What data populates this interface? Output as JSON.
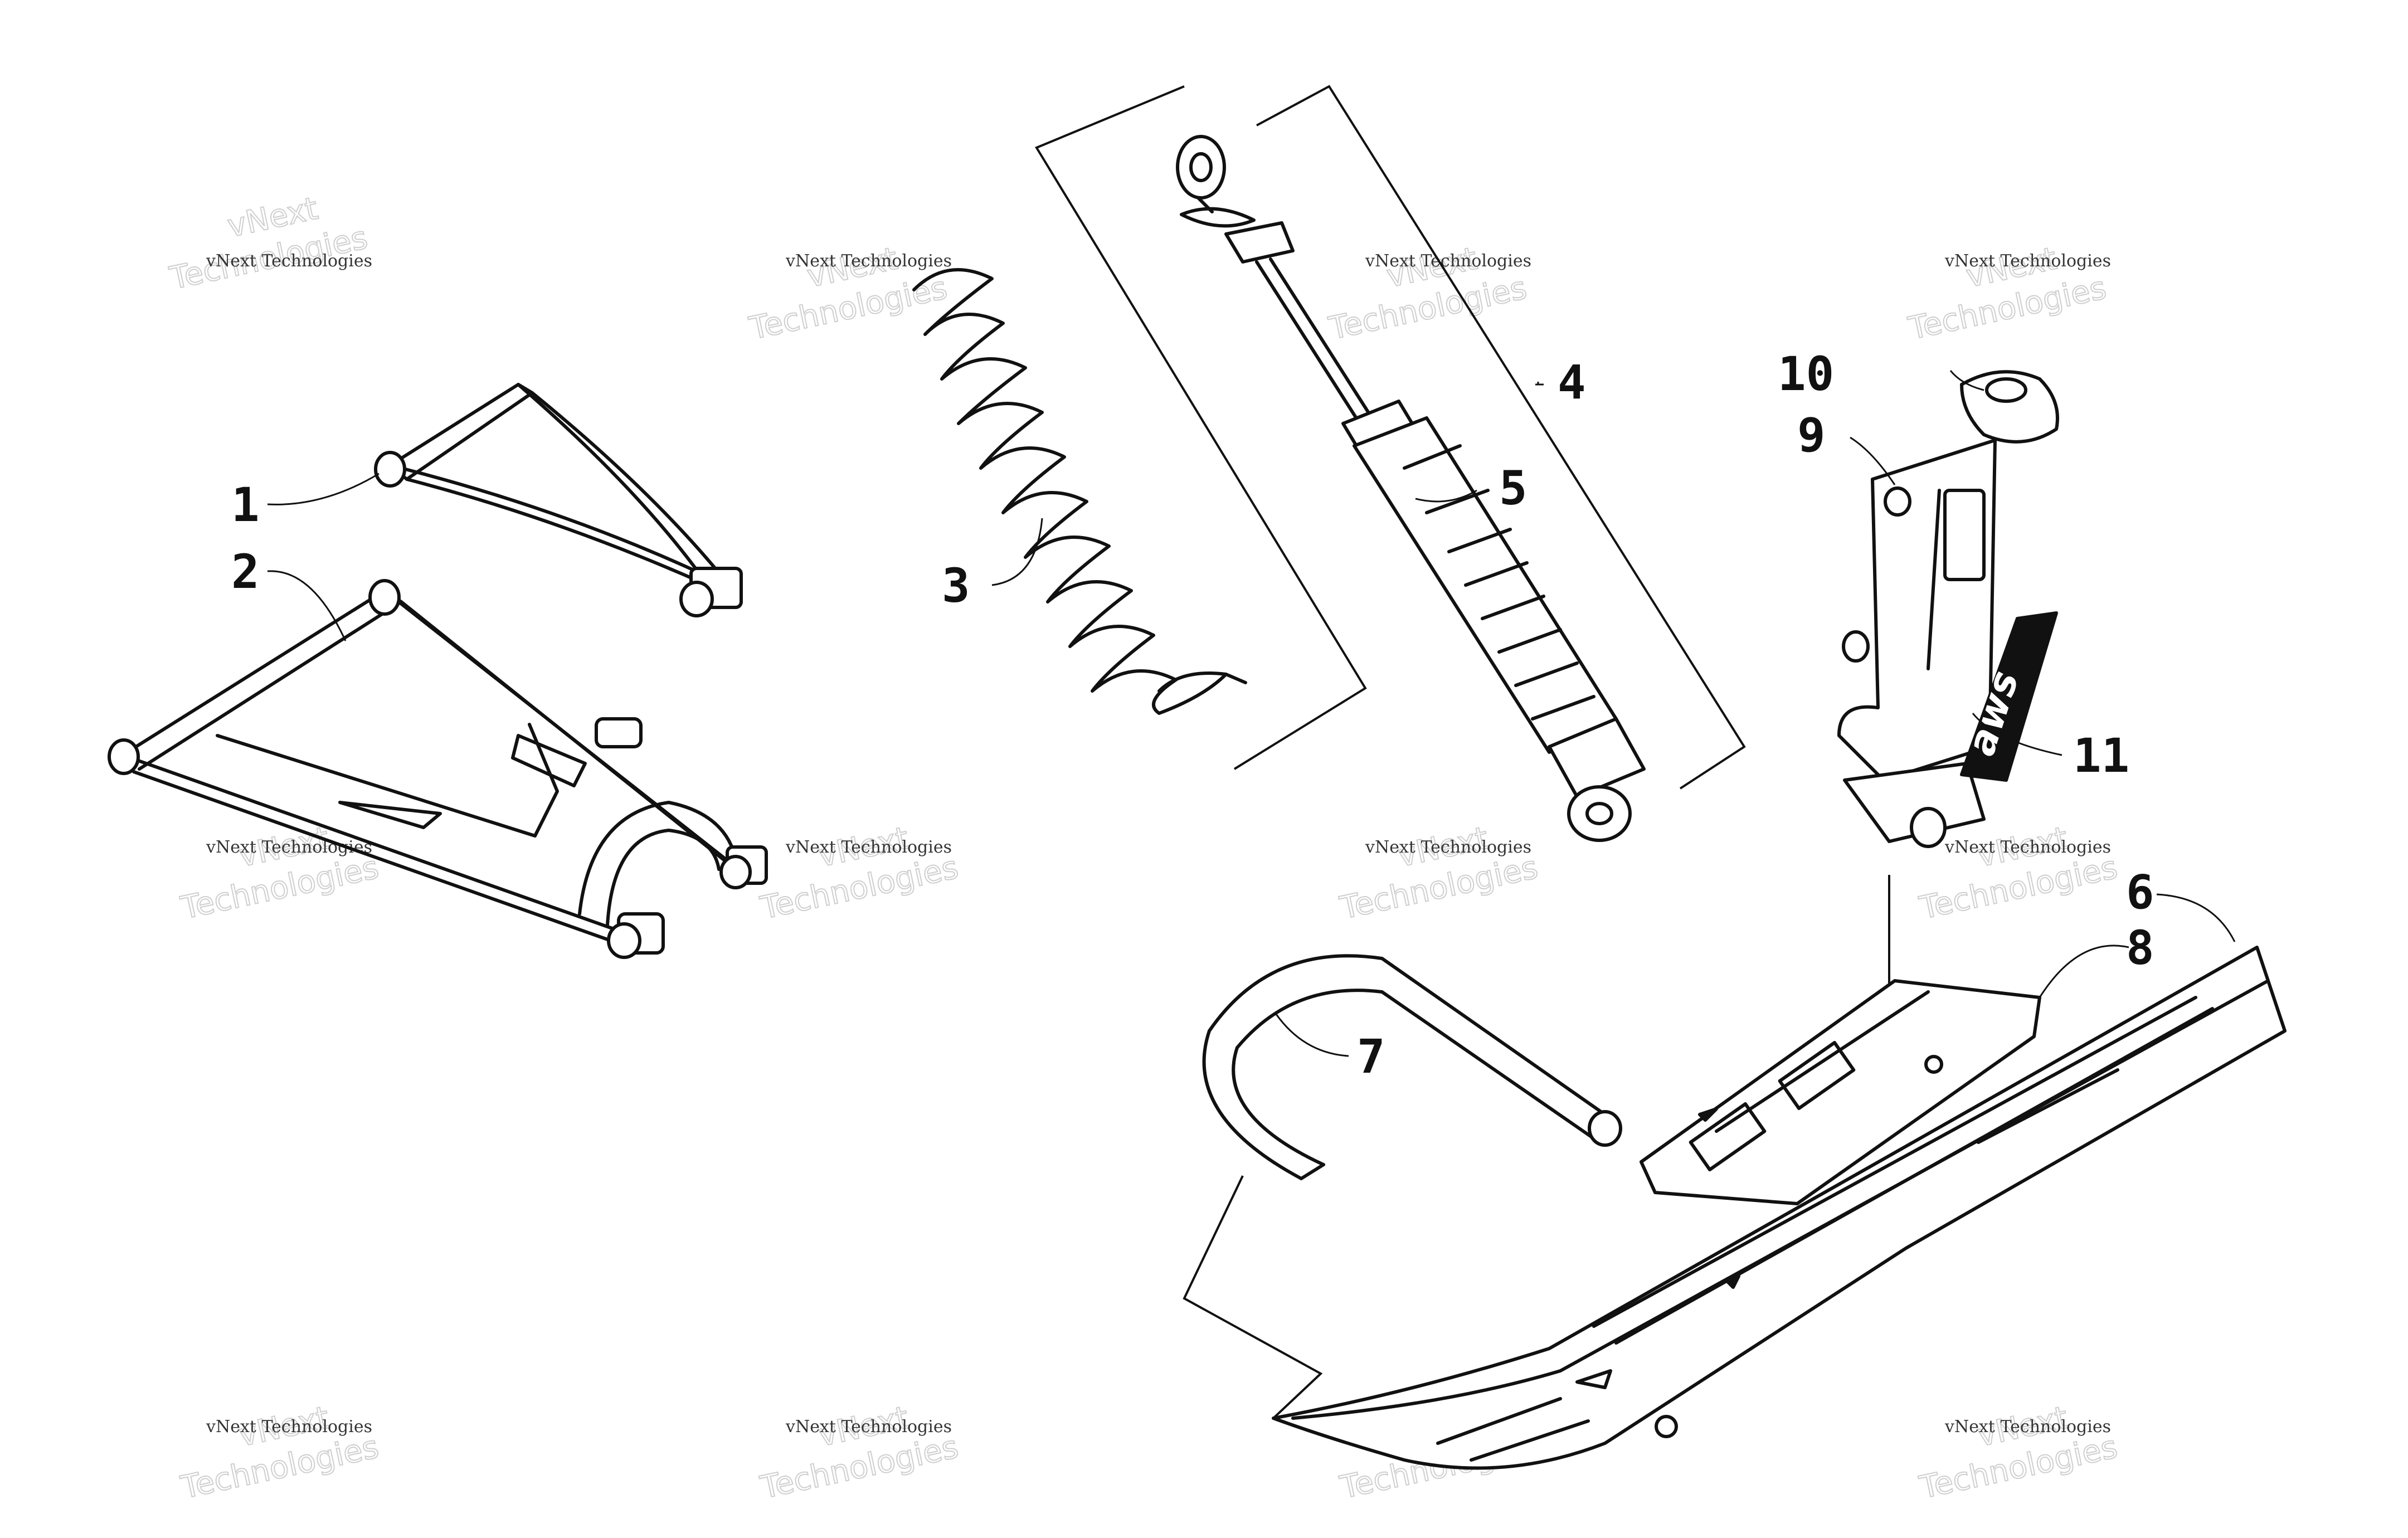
{
  "callouts": [
    {
      "id": "1",
      "label": "1"
    },
    {
      "id": "2",
      "label": "2"
    },
    {
      "id": "3",
      "label": "3"
    },
    {
      "id": "4",
      "label": "4"
    },
    {
      "id": "5",
      "label": "5"
    },
    {
      "id": "6",
      "label": "6"
    },
    {
      "id": "7",
      "label": "7"
    },
    {
      "id": "8",
      "label": "8"
    },
    {
      "id": "9",
      "label": "9"
    },
    {
      "id": "10",
      "label": "10"
    },
    {
      "id": "11",
      "label": "11"
    }
  ],
  "watermark": {
    "line_small": "vNext Technologies",
    "line_big_1": "vNext",
    "line_big_2": "Technologies"
  },
  "decal_text": "aws"
}
